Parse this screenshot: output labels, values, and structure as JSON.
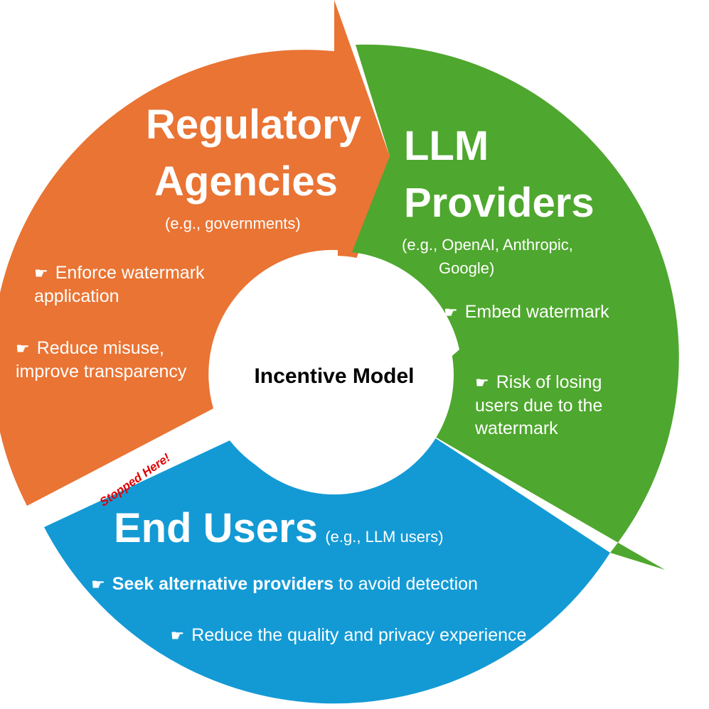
{
  "center_label": "Incentive Model",
  "stopped_label": "Stopped Here!",
  "bullet_icon": "backhand-index-pointing-right",
  "colors": {
    "regulatory": "#E97434",
    "providers": "#4EA72E",
    "users": "#139AD5",
    "stopped": "#E00000"
  },
  "regulatory": {
    "title_line1": "Regulatory",
    "title_line2": "Agencies",
    "subtitle": "(e.g., governments)",
    "bullets": [
      "Enforce watermark application",
      "Reduce misuse, improve transparency"
    ]
  },
  "providers": {
    "title_line1": "LLM",
    "title_line2": "Providers",
    "subtitle_line1": "(e.g., OpenAI, Anthropic,",
    "subtitle_line2": "Google)",
    "bullets": [
      "Embed watermark",
      "Risk of losing users due to the watermark"
    ]
  },
  "users": {
    "title": "End Users",
    "subtitle": "(e.g., LLM users)",
    "bullet1_bold": "Seek alternative providers",
    "bullet1_rest": "to avoid detection",
    "bullet2": "Reduce the quality and privacy experience"
  }
}
